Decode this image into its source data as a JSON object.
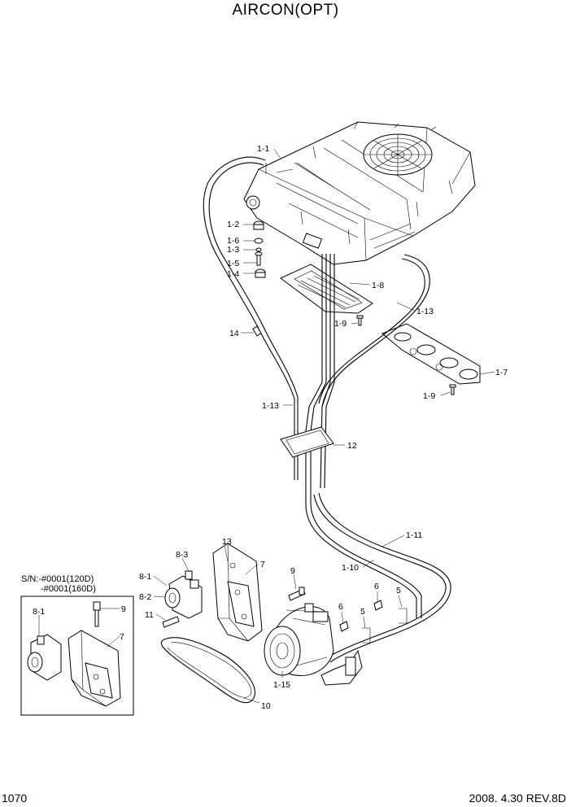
{
  "title": "AIRCON(OPT)",
  "page_number": "1070",
  "revision": "2008. 4.30  REV.8D",
  "serial_note": [
    "S/N:-#0001(120D)",
    "-#0001(160D)"
  ],
  "callouts": {
    "c1_1": "1-1",
    "c1_2": "1-2",
    "c1_6": "1-6",
    "c1_3": "1-3",
    "c1_5": "1-5",
    "c1_4": "1-4",
    "c1_8": "1-8",
    "c1_13a": "1-13",
    "c1_9a": "1-9",
    "c14": "14",
    "c1_7": "1-7",
    "c1_9b": "1-9",
    "c1_13b": "1-13",
    "c12": "12",
    "c1_11": "1-11",
    "c1_10": "1-10",
    "c8_3": "8-3",
    "c13": "13",
    "c7a": "7",
    "c8_1a": "8-1",
    "c9a": "9",
    "c8_2": "8-2",
    "c6a": "6",
    "c5a": "5",
    "c11": "11",
    "c6b": "6",
    "c5b": "5",
    "c1_15": "1-15",
    "c10": "10",
    "c8_1b": "8-1",
    "c9b": "9",
    "c7b": "7"
  }
}
